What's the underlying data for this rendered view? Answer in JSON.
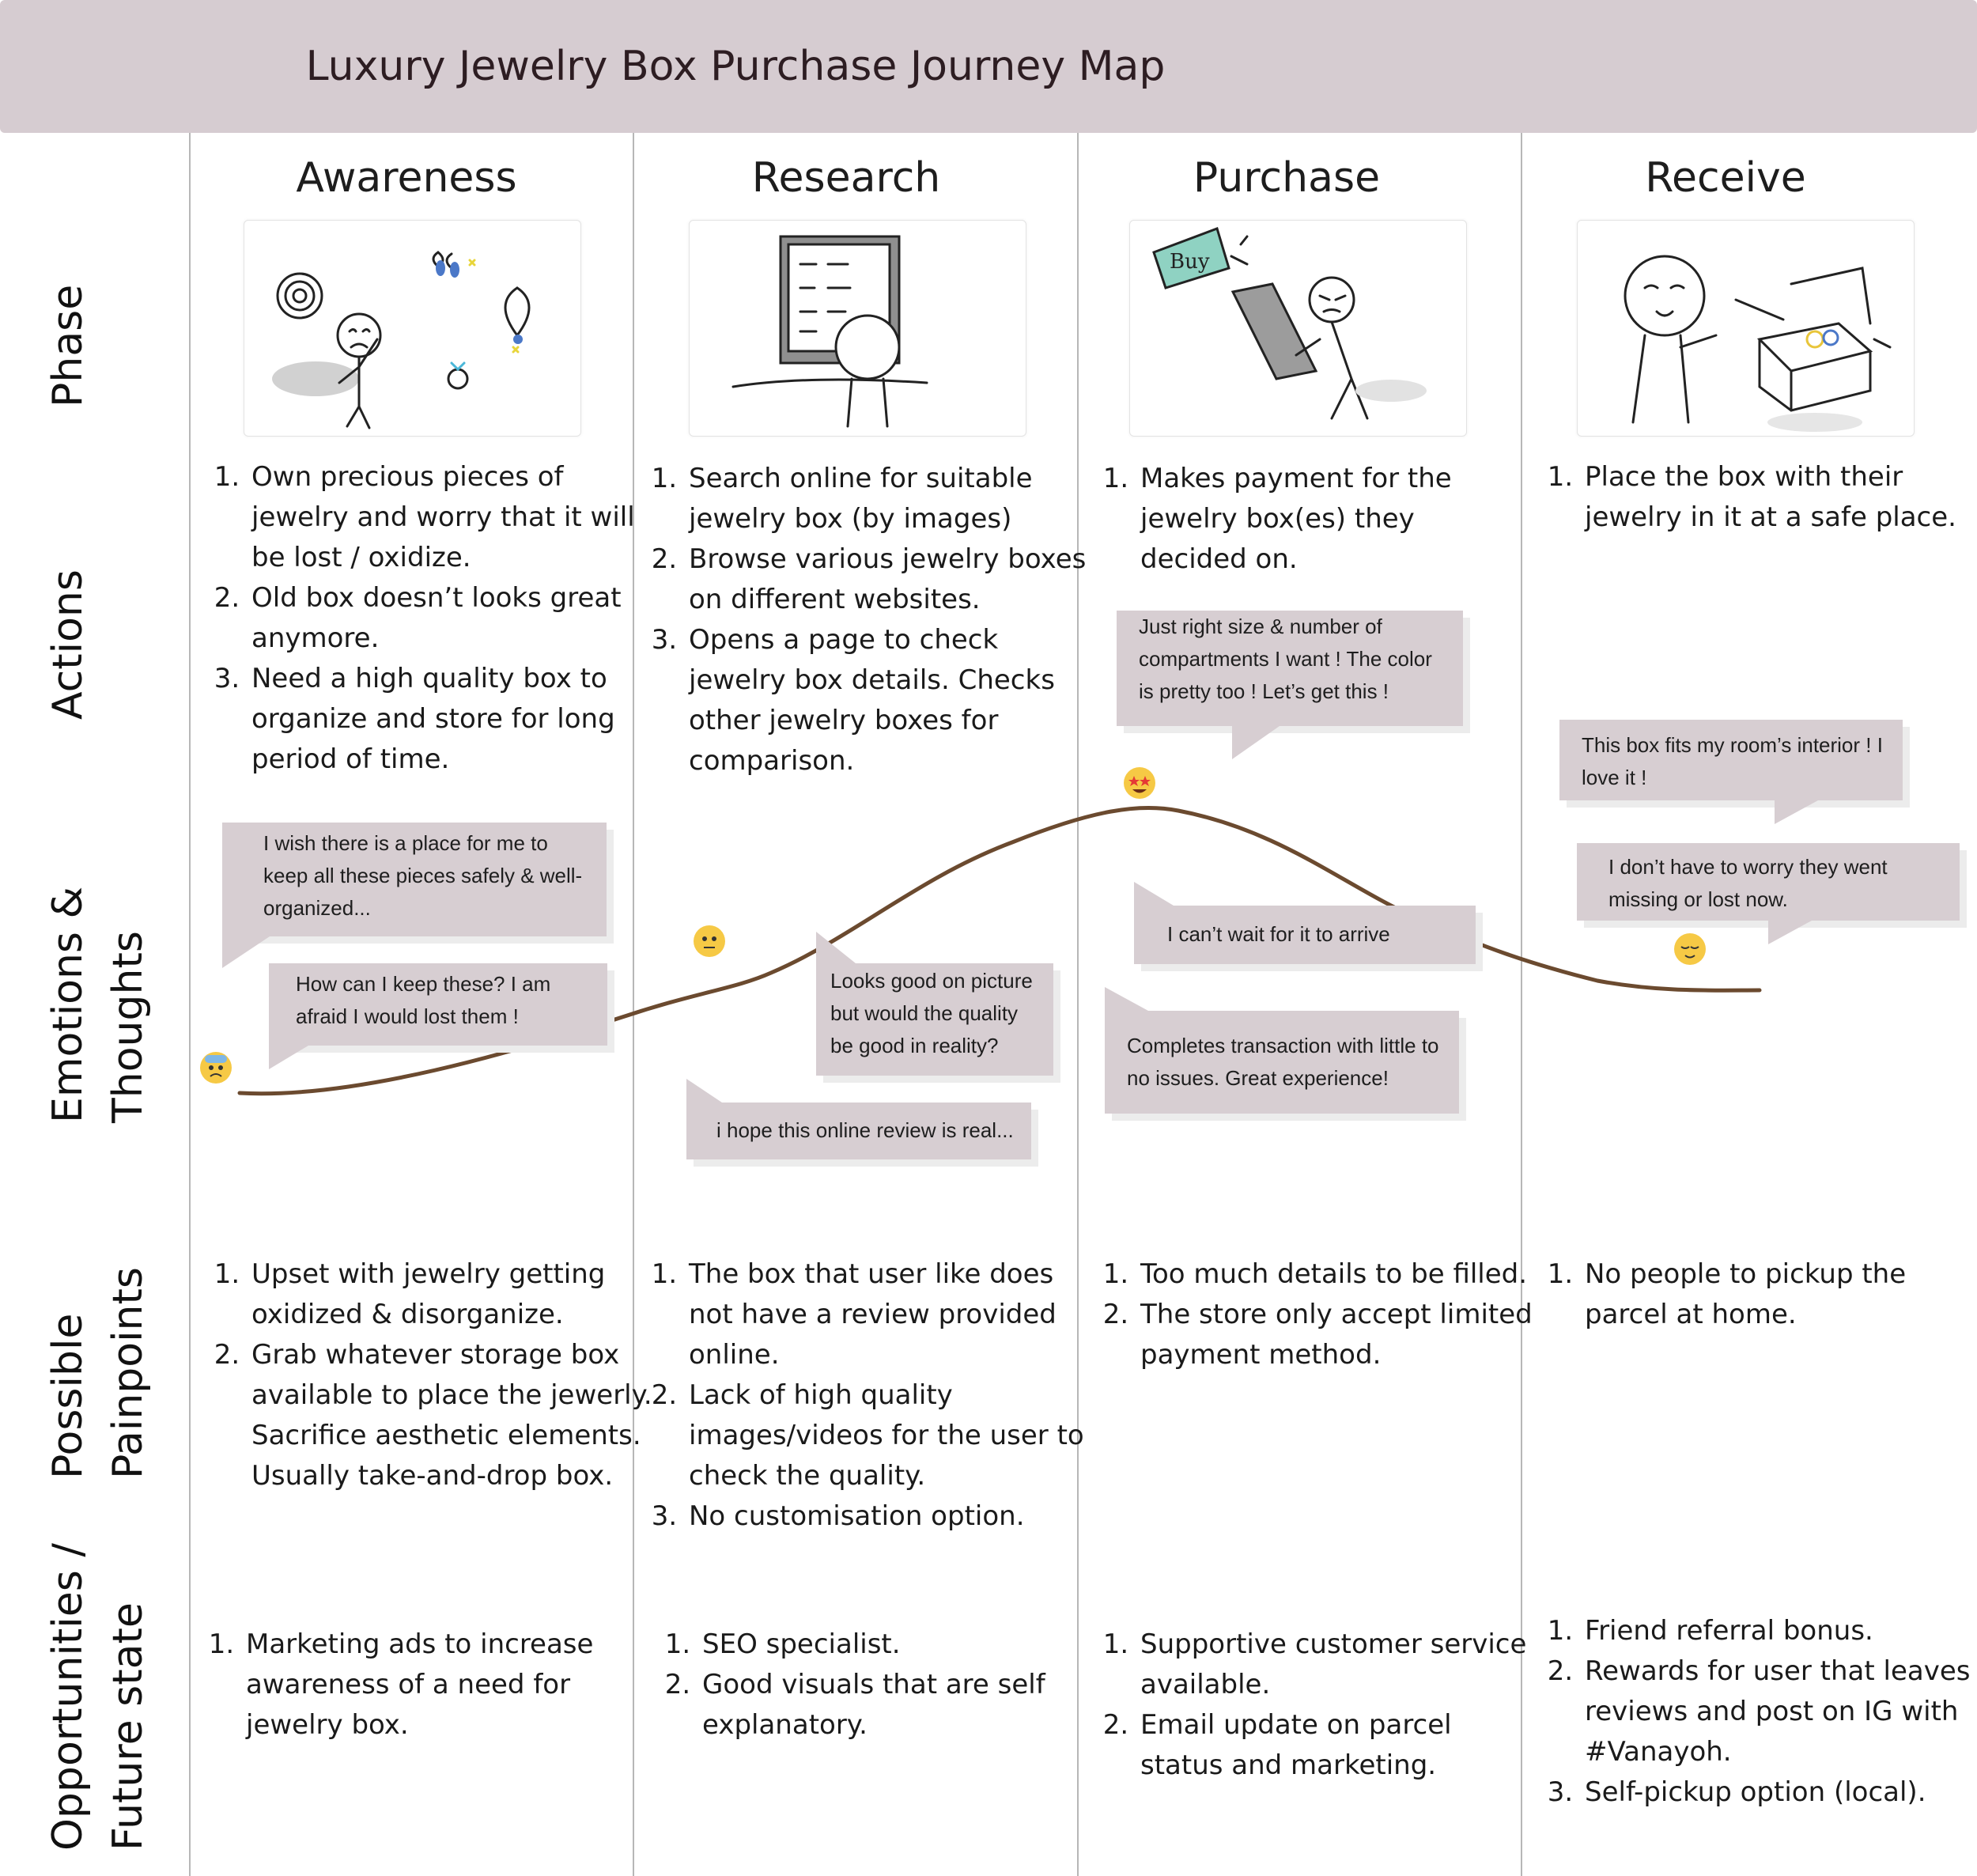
{
  "title": "Luxury Jewelry Box Purchase Journey Map",
  "row_labels": {
    "phase": "Phase",
    "actions": "Actions",
    "emotions": [
      "Emotions &",
      "Thoughts"
    ],
    "painpoints": [
      "Possible",
      "Painpoints"
    ],
    "opportunities": [
      "Opportunities /",
      "Future state"
    ]
  },
  "phases": [
    {
      "name": "Awareness",
      "actions": [
        "Own precious pieces of jewelry and worry that it will be lost / oxidize.",
        "Old box doesn’t looks great anymore.",
        "Need a high quality box to organize and store for long period of time."
      ],
      "painpoints": [
        "Upset with jewelry getting oxidized & disorganize.",
        "Grab whatever storage box available to place the jewerly. Sacrifice aesthetic elements. Usually take-and-drop box."
      ],
      "opportunities": [
        "Marketing ads to increase awareness of a need for jewelry box."
      ]
    },
    {
      "name": "Research",
      "actions": [
        "Search online for suitable jewelry box (by images)",
        "Browse various jewelry boxes on different websites.",
        "Opens a page to check jewelry box details. Checks other jewelry boxes for comparison."
      ],
      "painpoints": [
        "The box that user like does not have a review provided online.",
        "Lack of high quality images/videos for the user to check the quality.",
        "No customisation option."
      ],
      "opportunities": [
        "SEO specialist.",
        "Good visuals that are self explanatory."
      ]
    },
    {
      "name": "Purchase",
      "actions": [
        "Makes payment for the jewelry box(es) they decided on."
      ],
      "painpoints": [
        "Too much details to be filled.",
        "The store only accept limited payment method."
      ],
      "opportunities": [
        "Supportive customer service available.",
        "Email update on parcel status and marketing."
      ]
    },
    {
      "name": "Receive",
      "actions": [
        "Place the box with their jewelry in it at a safe place."
      ],
      "painpoints": [
        "No people to pickup the parcel at home."
      ],
      "opportunities": [
        "Friend referral bonus.",
        "Rewards for user that leaves reviews and post on IG with #Vanayoh.",
        "Self-pickup option (local)."
      ]
    }
  ],
  "sketch_text": {
    "buy": "Buy"
  },
  "thoughts": {
    "a1": "I wish there is a place for me to keep all these pieces safely & well-organized...",
    "a2": "How can I keep these? I am afraid I would lost them !",
    "r1": "Looks good on picture but would the quality be good in reality?",
    "r2": "i hope this online review is real...",
    "p1": "Just right size & number of compartments I want ! The color is pretty too ! Let’s get this !",
    "p2": "I can’t wait for it to arrive",
    "p3": "Completes transaction with little to no issues. Great experience!",
    "v1": "This box fits my room’s interior ! I love it !",
    "v2": "I don’t have to worry they went missing or lost now."
  },
  "emotion_curve": {
    "levels": {
      "awareness": 0.15,
      "research": 0.45,
      "purchase": 1.0,
      "receive": 0.55
    }
  },
  "colors": {
    "title_bg": "#d6ccd1",
    "bubble_bg": "#d7ced2",
    "curve": "#6b4a2f",
    "emoji": "#f6c945"
  },
  "icons": [
    "worried-sweat-emoji-icon",
    "neutral-face-emoji-icon",
    "star-struck-emoji-icon",
    "relieved-face-emoji-icon"
  ]
}
